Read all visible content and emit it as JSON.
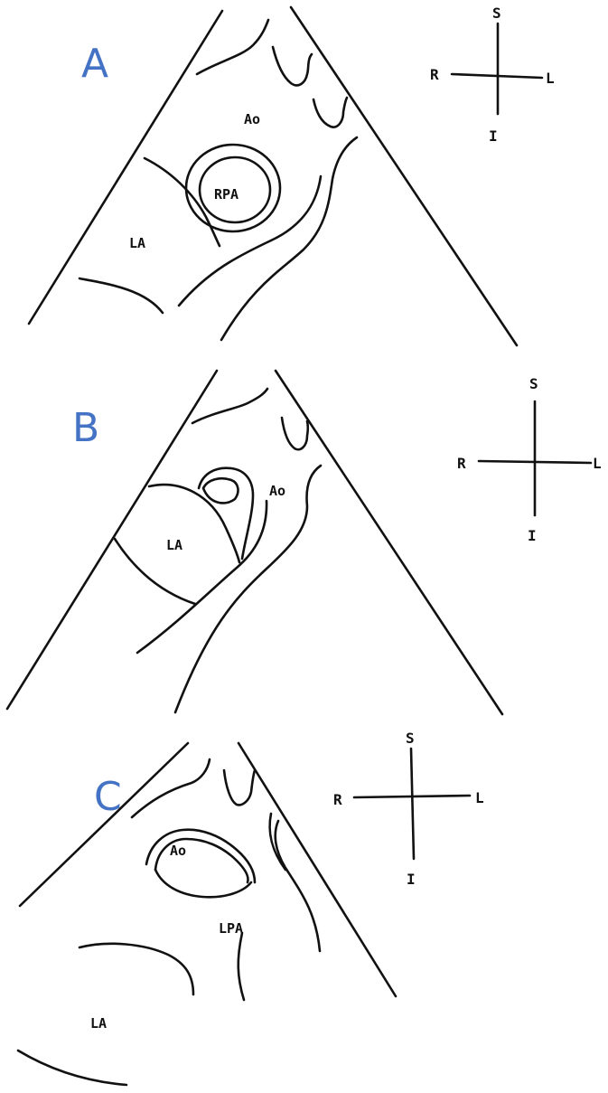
{
  "colors": {
    "panel_letter": "#4472C4",
    "line": "#111111",
    "background": "#FFFFFF"
  },
  "panels": [
    {
      "letter": "A",
      "structures": {
        "ao": "Ao",
        "pa": "RPA",
        "la": "LA"
      },
      "orientation": {
        "superior": "S",
        "inferior": "I",
        "right": "R",
        "left": "L"
      }
    },
    {
      "letter": "B",
      "structures": {
        "ao": "Ao",
        "la": "LA"
      },
      "orientation": {
        "superior": "S",
        "inferior": "I",
        "right": "R",
        "left": "L"
      }
    },
    {
      "letter": "C",
      "structures": {
        "ao": "Ao",
        "pa": "LPA",
        "la": "LA"
      },
      "orientation": {
        "superior": "S",
        "inferior": "I",
        "right": "R",
        "left": "L"
      }
    }
  ]
}
